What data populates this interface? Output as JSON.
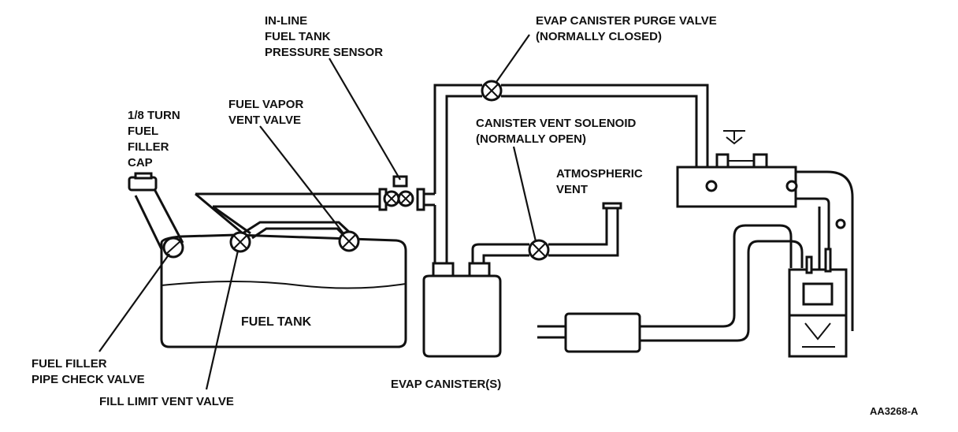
{
  "diagram": {
    "labels": {
      "inline_sensor": [
        "IN-LINE",
        "FUEL TANK",
        "PRESSURE SENSOR"
      ],
      "purge_valve": [
        "EVAP CANISTER PURGE VALVE",
        "(NORMALLY CLOSED)"
      ],
      "filler_cap": [
        "1/8 TURN",
        "FUEL",
        "FILLER",
        "CAP"
      ],
      "vapor_vent_valve": [
        "FUEL VAPOR",
        "VENT VALVE"
      ],
      "vent_solenoid": [
        "CANISTER VENT SOLENOID",
        "(NORMALLY OPEN)"
      ],
      "atmospheric_vent": [
        "ATMOSPHERIC",
        "VENT"
      ],
      "fuel_tank": "FUEL TANK",
      "check_valve": [
        "FUEL FILLER",
        "PIPE CHECK VALVE"
      ],
      "fill_limit_valve": "FILL LIMIT VENT VALVE",
      "evap_canister": "EVAP CANISTER(S)",
      "figure_code": "AA3268-A"
    }
  }
}
